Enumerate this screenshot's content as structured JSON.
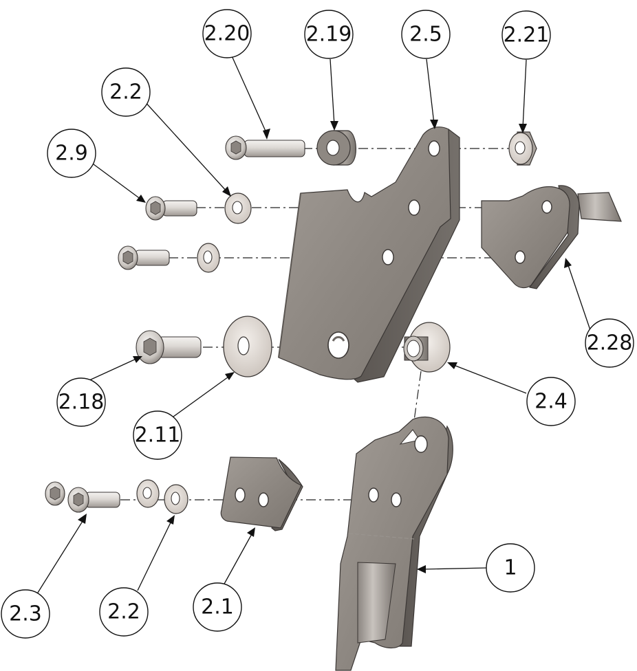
{
  "diagram": {
    "callouts": {
      "c_2_20": "2.20",
      "c_2_19": "2.19",
      "c_2_5": "2.5",
      "c_2_21": "2.21",
      "c_2_2_top": "2.2",
      "c_2_9": "2.9",
      "c_2_28": "2.28",
      "c_2_18": "2.18",
      "c_2_11": "2.11",
      "c_2_4": "2.4",
      "c_2_3": "2.3",
      "c_2_2_bottom": "2.2",
      "c_2_1": "2.1",
      "c_1": "1"
    },
    "colors": {
      "plate_face": "#8f8984",
      "plate_edge": "#6d6864",
      "plate_dark": "#4f4a47",
      "washer": "#d8d2cc",
      "metal_light": "#e9e6e3",
      "outline": "#111111"
    }
  }
}
